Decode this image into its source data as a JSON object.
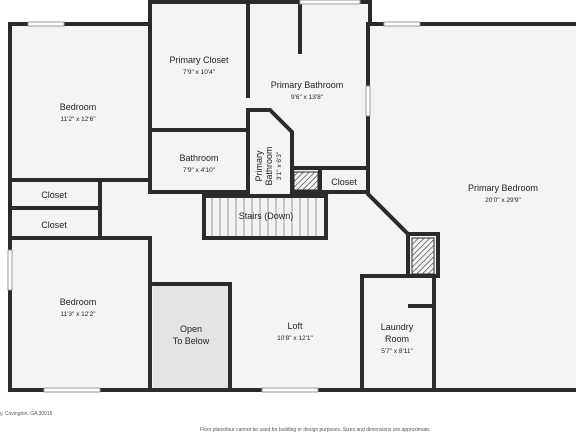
{
  "rooms": {
    "primary_closet": {
      "name": "Primary Closet",
      "dims": "7'9\" x 10'4\""
    },
    "primary_bathroom": {
      "name": "Primary Bathroom",
      "dims": "9'6\" x 13'8\""
    },
    "primary_bathroom_small": {
      "name1": "Primary",
      "name2": "Bathroom",
      "dims": "3'1\" x 6'3\""
    },
    "bedroom_top": {
      "name": "Bedroom",
      "dims": "11'2\" x 12'6\""
    },
    "bathroom": {
      "name": "Bathroom",
      "dims": "7'9\" x 4'10\""
    },
    "closet_left_1": {
      "name": "Closet"
    },
    "closet_left_2": {
      "name": "Closet"
    },
    "closet_right": {
      "name": "Closet"
    },
    "stairs": {
      "name": "Stairs (Down)"
    },
    "primary_bedroom": {
      "name": "Primary Bedroom",
      "dims": "20'0\" x 29'9\""
    },
    "bedroom_bottom": {
      "name": "Bedroom",
      "dims": "11'3\" x 12'2\""
    },
    "open_to_below": {
      "name1": "Open",
      "name2": "To Below"
    },
    "loft": {
      "name": "Loft",
      "dims": "10'8\" x 12'1\""
    },
    "laundry": {
      "name1": "Laundry",
      "name2": "Room",
      "dims": "5'7\" x 8'11\""
    }
  },
  "footer": {
    "address": "y, Covington, GA 30016",
    "disclaimer": "Floor plans/tour cannot be used for building or design purposes. Sizes and dimensions are approximate."
  },
  "colors": {
    "wall": "#2b2b2b",
    "floor": "#f4f4f4",
    "open_area": "#e4e4e4",
    "window": "#d8d8d8"
  }
}
